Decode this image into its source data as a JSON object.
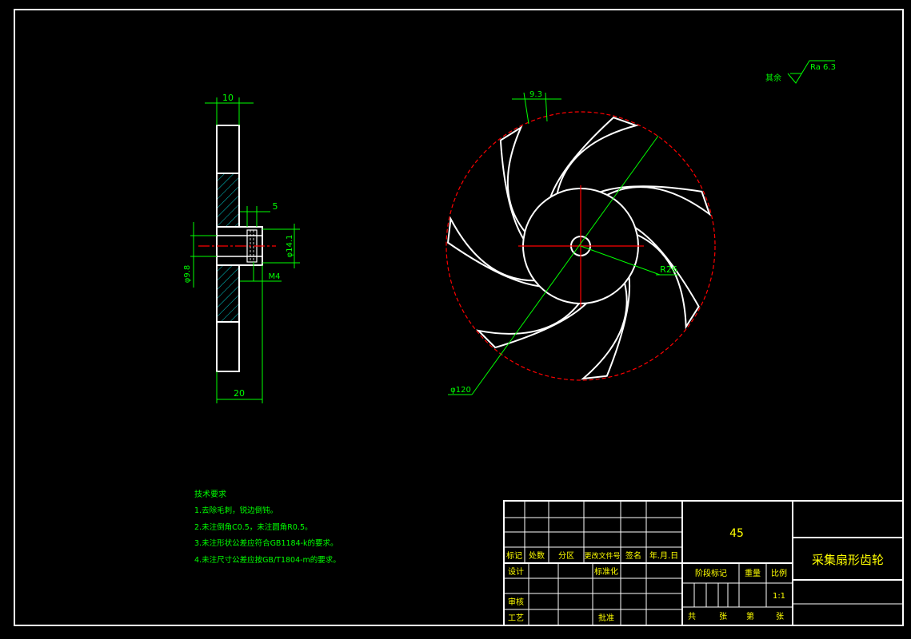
{
  "colors": {
    "background": "#000000",
    "outline": "#ffffff",
    "dimension": "#00ff00",
    "centerline": "#ff0000",
    "title_text": "#ffff00",
    "hatch": "#00ffff"
  },
  "side_view": {
    "dim_top": "10",
    "dim_hub_width": "5",
    "dim_bore": "φ14.1",
    "dim_outer": "φ9.8",
    "thread": "M4",
    "dim_bottom": "20"
  },
  "front_view": {
    "dim_blade": "9.3",
    "dim_radius": "R26",
    "dim_diameter": "φ120",
    "blade_count": 7
  },
  "surface": {
    "prefix": "其余",
    "roughness": "Ra 6.3"
  },
  "tech_requirements": {
    "title": "技术要求",
    "items": [
      "1.去除毛刺，锐边倒钝。",
      "2.未注倒角C0.5，未注圆角R0.5。",
      "3.未注形状公差应符合GB1184-k的要求。",
      "4.未注尺寸公差应按GB/T1804-m的要求。"
    ]
  },
  "title_block": {
    "material": "45",
    "part_name": "采集扇形齿轮",
    "headers": [
      "标记",
      "处数",
      "分区",
      "更改文件号",
      "签名",
      "年.月.日"
    ],
    "design": "设计",
    "standardization": "标准化",
    "review": "审核",
    "process": "工艺",
    "approve": "批准",
    "stage_mark": "阶段标记",
    "weight": "重量",
    "scale": "比例",
    "scale_value": "1:1",
    "total": "共",
    "sheets1": "张",
    "sheet_no": "第",
    "sheets2": "张"
  }
}
